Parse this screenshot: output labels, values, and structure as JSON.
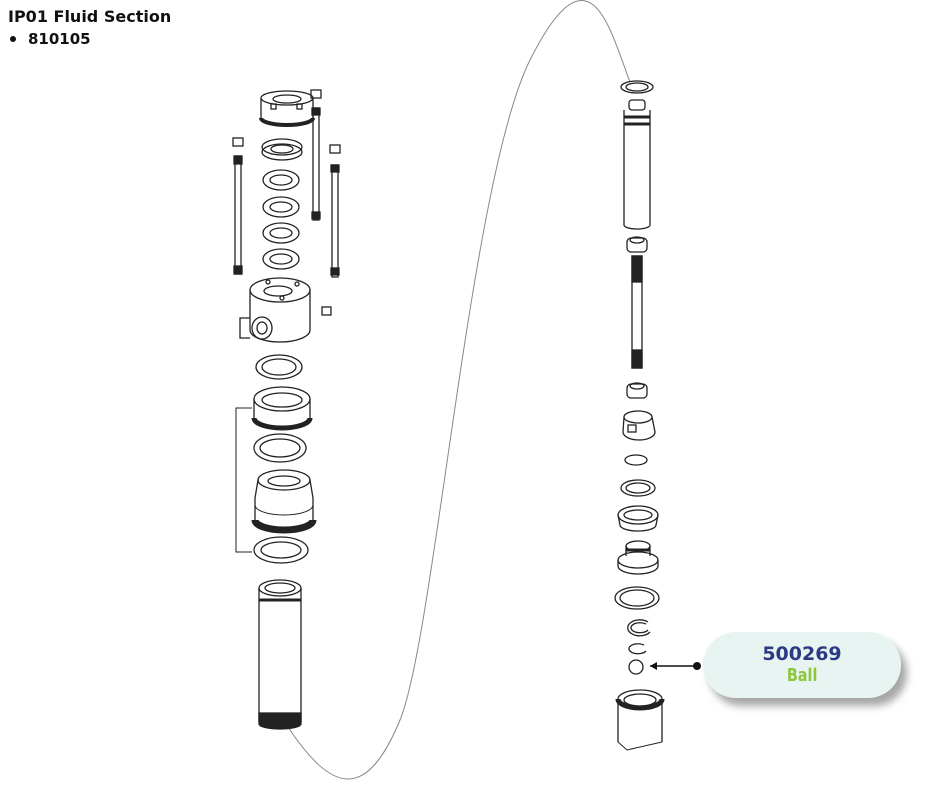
{
  "header": {
    "title": "IP01 Fluid Section",
    "part_number": "810105"
  },
  "callout": {
    "part_number": "500269",
    "label": "Ball",
    "colors": {
      "number": "#2b3a82",
      "label": "#8dc63f",
      "bubble": "#e8f4f1"
    }
  }
}
